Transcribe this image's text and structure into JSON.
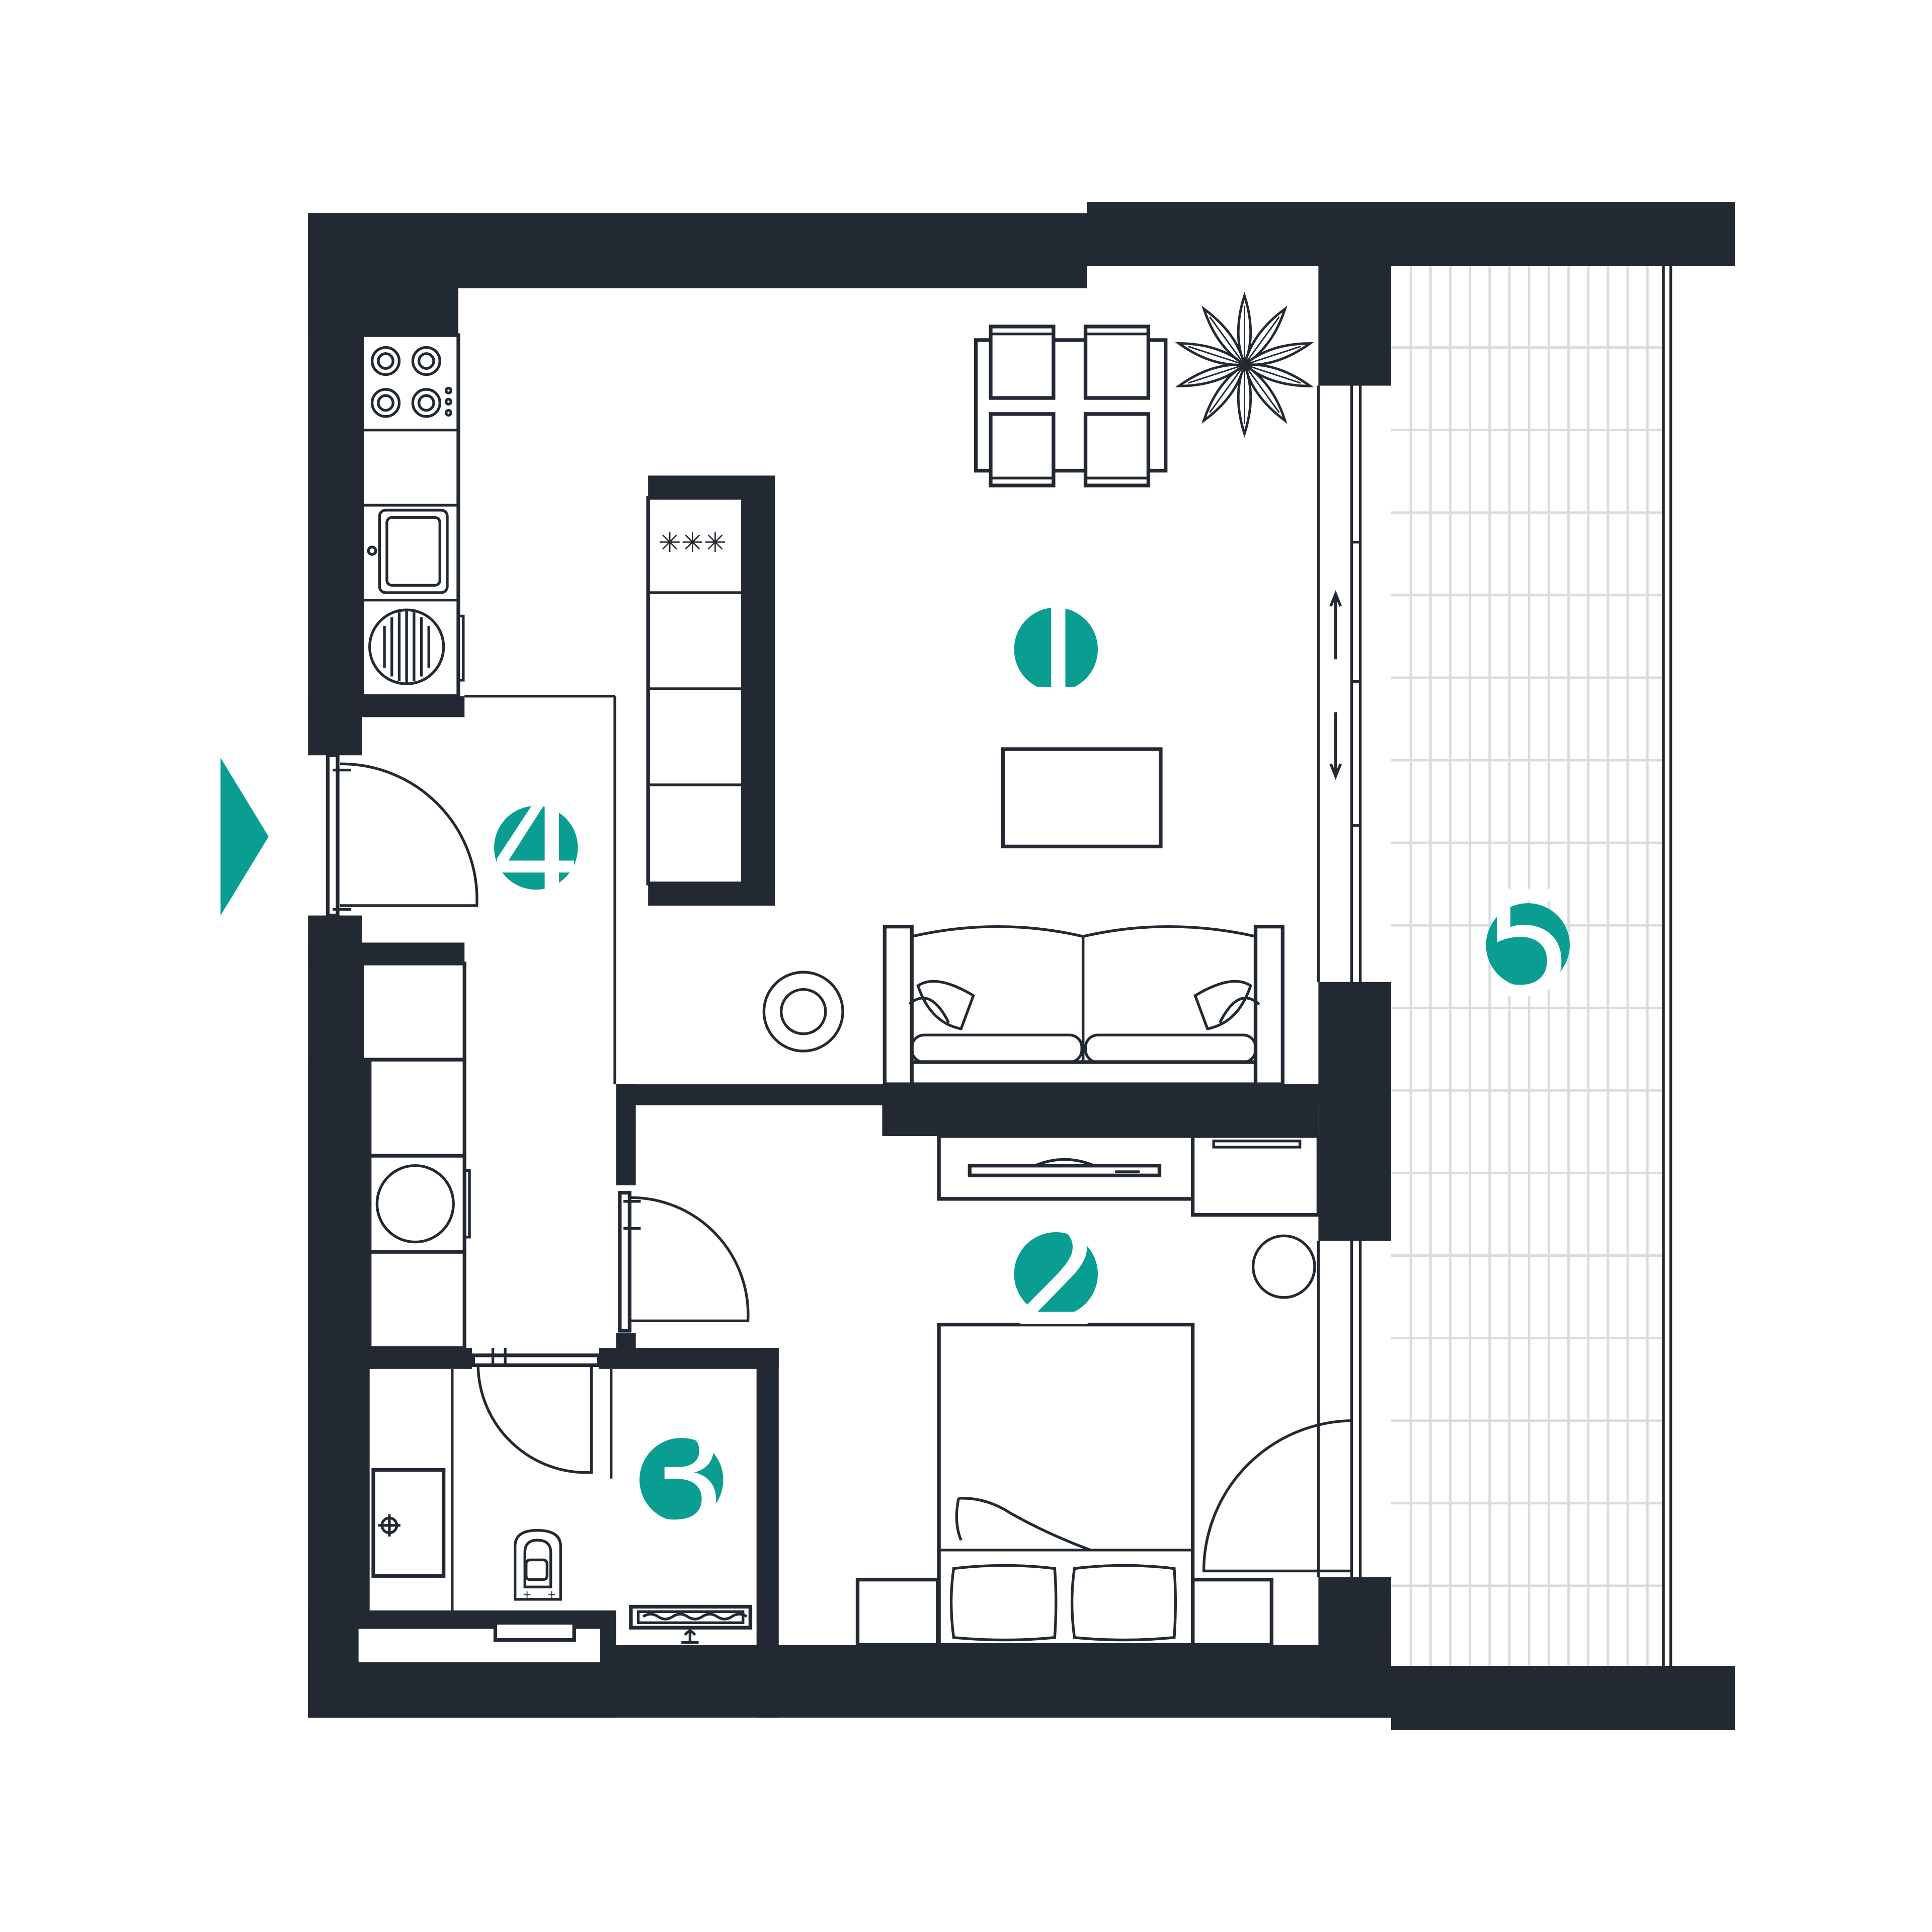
{
  "colors": {
    "wall": "#232932",
    "accent": "#0a9e92",
    "background": "#ffffff"
  },
  "rooms": [
    {
      "id": "living-kitchen",
      "label": "1"
    },
    {
      "id": "bedroom",
      "label": "2"
    },
    {
      "id": "bathroom",
      "label": "3"
    },
    {
      "id": "hallway",
      "label": "4"
    },
    {
      "id": "balcony",
      "label": "5"
    }
  ],
  "icons": {
    "entrance": "entrance-arrow-icon"
  }
}
